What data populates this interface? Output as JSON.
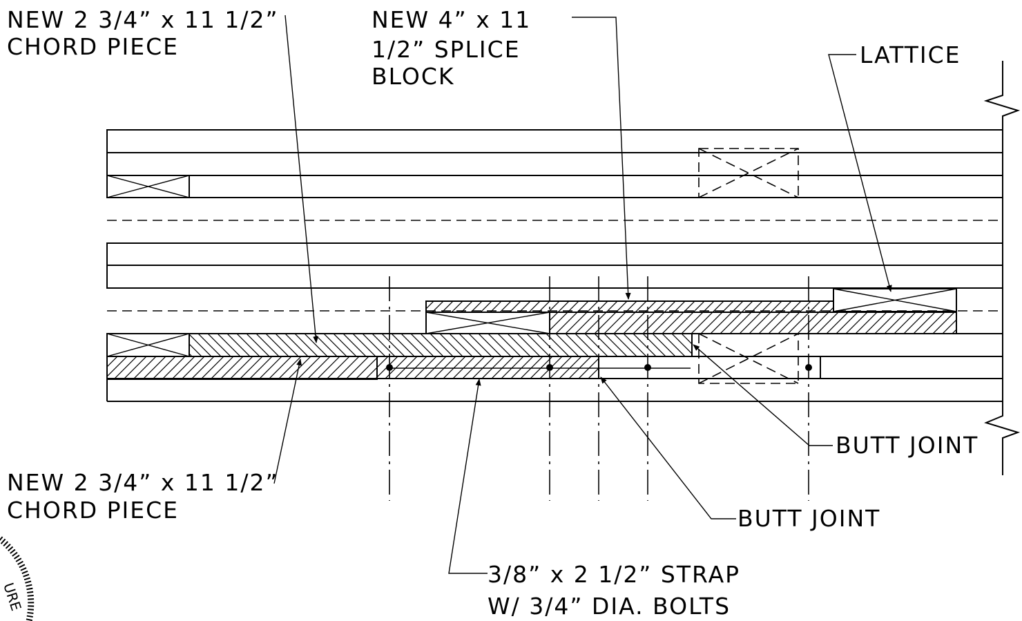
{
  "labels": {
    "chord_top_line1": "NEW 2 3/4” x 11 1/2”",
    "chord_top_line2": "CHORD PIECE",
    "splice_line1": "NEW 4” x 11",
    "splice_line2": "1/2” SPLICE",
    "splice_line3": "BLOCK",
    "lattice": "LATTICE",
    "chord_bottom_line1": "NEW 2 3/4” x 11 1/2”",
    "chord_bottom_line2": "CHORD PIECE",
    "butt_joint_1": "BUTT JOINT",
    "butt_joint_2": "BUTT JOINT",
    "strap_line1": "3/8” x 2 1/2” STRAP",
    "strap_line2": "W/ 3/4” DIA. BOLTS",
    "seal_text": "URE"
  }
}
